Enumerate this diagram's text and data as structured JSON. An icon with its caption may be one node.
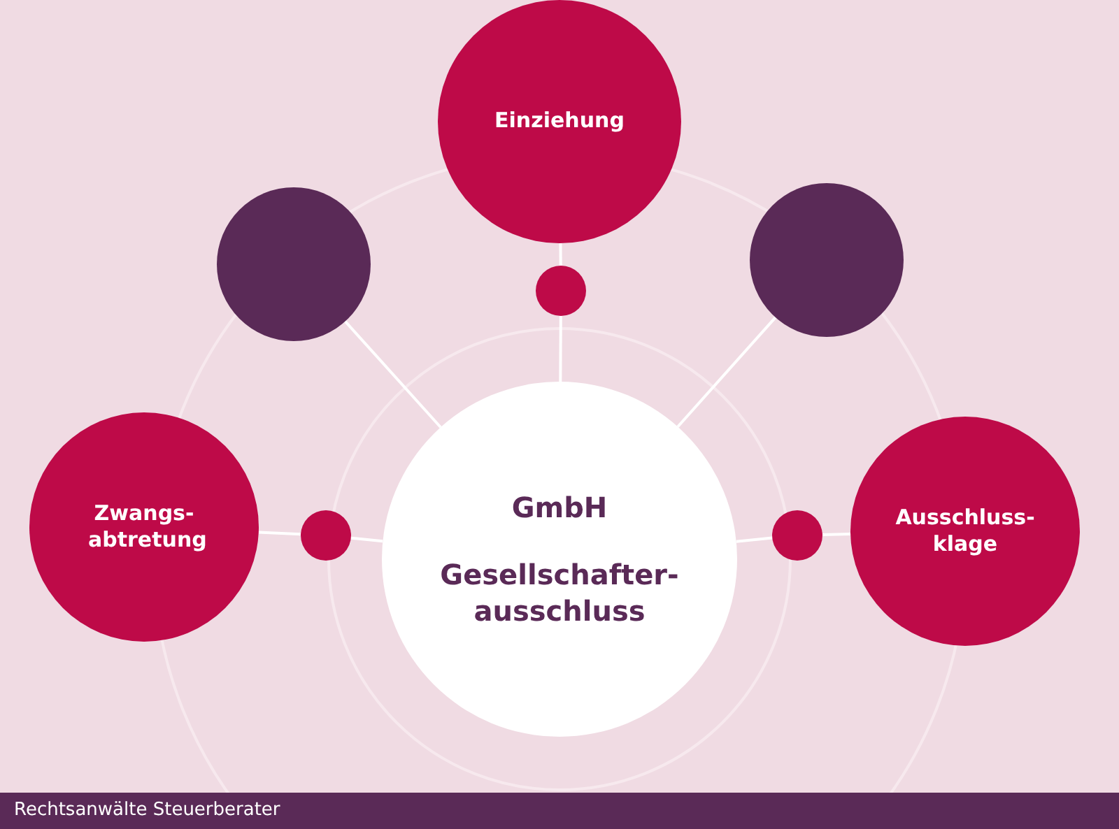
{
  "diagram": {
    "nodes": [
      {
        "text": [
          "GmbH",
          "Gesellschafter- ausschluss"
        ]
      },
      {
        "text": [
          "Einziehung"
        ]
      },
      {
        "text": [],
        "shape": "circle"
      },
      {
        "text": [],
        "shape": "circle"
      },
      {
        "text": [
          "Zwangs- abtretung"
        ]
      },
      {
        "text": [
          "Ausschluss- klage"
        ]
      },
      {
        "text": [],
        "shape": "circle"
      },
      {
        "text": [],
        "shape": "circle"
      },
      {
        "text": [],
        "shape": "circle"
      }
    ],
    "edges": [
      {
        "from": 1,
        "to": 6,
        "arrow": "none"
      },
      {
        "from": 6,
        "to": 0,
        "arrow": "none"
      },
      {
        "from": 2,
        "to": 0,
        "arrow": "none"
      },
      {
        "from": 3,
        "to": 0,
        "arrow": "none"
      },
      {
        "from": 4,
        "to": 7,
        "arrow": "none"
      },
      {
        "from": 7,
        "to": 0,
        "arrow": "none"
      },
      {
        "from": 5,
        "to": 8,
        "arrow": "none"
      },
      {
        "from": 8,
        "to": 0,
        "arrow": "none"
      }
    ],
    "labels": [
      "Rechtsanwälte Steuerberater"
    ]
  }
}
